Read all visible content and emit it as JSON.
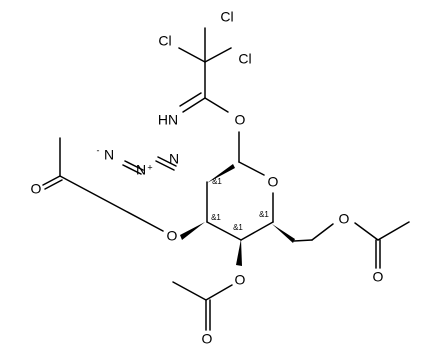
{
  "atom_labels": {
    "cl_left": "Cl",
    "cl_top": "Cl",
    "cl_right": "Cl",
    "imine_nh": "HN",
    "imidate_o": "O",
    "ring_o": "O",
    "azide_n_terminal": "N",
    "azide_n_middle": "N",
    "azide_n_inner": "N",
    "acetyl3_ester_o": "O",
    "acetyl3_carbonyl_o": "O",
    "acetyl4_ester_o": "O",
    "acetyl4_carbonyl_o": "O",
    "acetyl6_ester_o": "O",
    "acetyl6_carbonyl_o": "O"
  },
  "charges": {
    "azide_terminal_minus": "-",
    "azide_middle_plus": "+"
  },
  "stereo_labels": {
    "c2": "&1",
    "c3": "&1",
    "c4": "&1",
    "c5": "&1"
  },
  "colors": {
    "bond": "#000000",
    "text": "#000000",
    "background": "#ffffff"
  }
}
